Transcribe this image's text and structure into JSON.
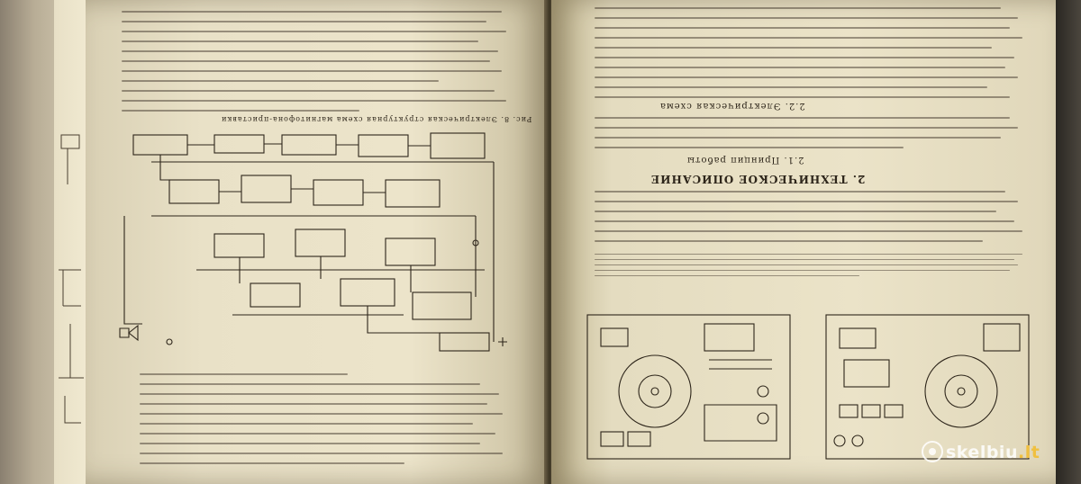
{
  "left_page": {
    "figure_caption": "Рис. 8. Электрическая структурная схема магнитофона-приставки"
  },
  "right_page": {
    "section_title": "2. ТЕХНИЧЕСКОЕ ОПИСАНИЕ",
    "subsection_1": "2.1. Принцип работы",
    "subsection_2": "2.2. Электрическая схема"
  },
  "watermark": {
    "text": "skelbiu",
    "suffix": ".lt"
  },
  "colors": {
    "paper": "#ebe3c8",
    "ink": "#2d251a",
    "background": "#3a3530"
  }
}
